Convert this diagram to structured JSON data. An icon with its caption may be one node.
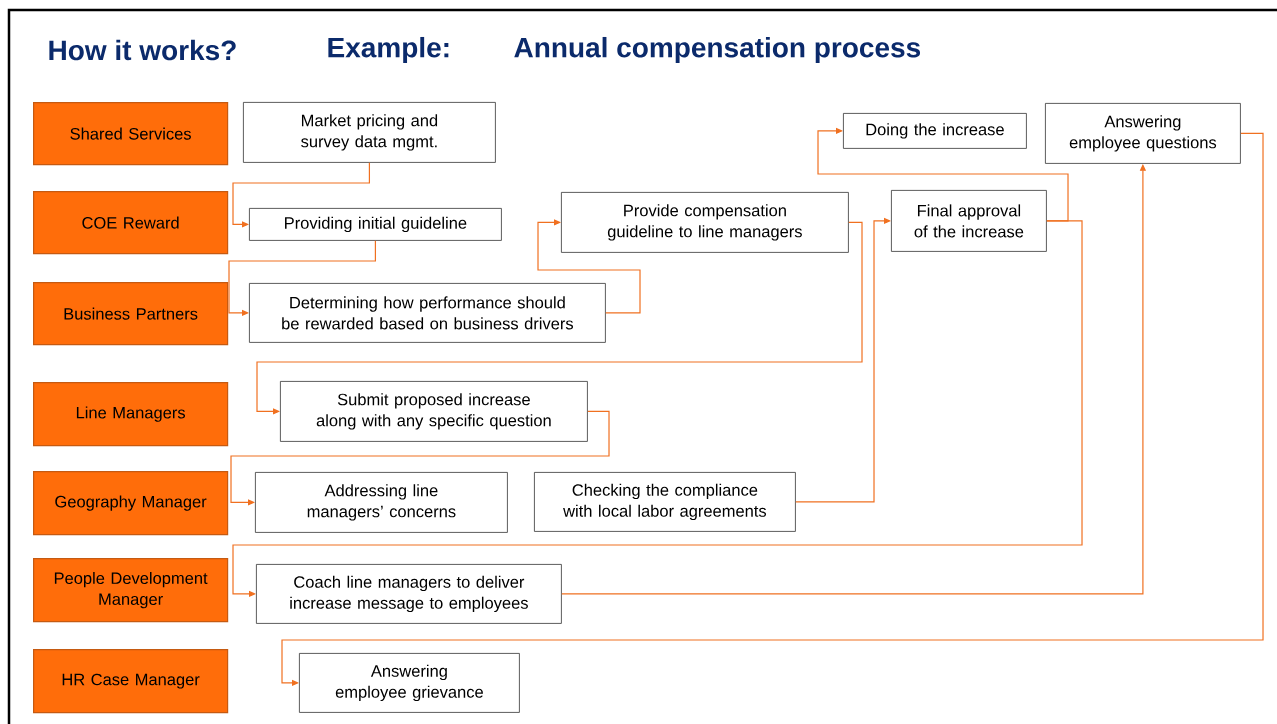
{
  "diagram": {
    "title": "How it works?",
    "nodes": [
      {
        "text": [
          "Shared Services"
        ]
      },
      {
        "text": [
          "COE Reward"
        ]
      },
      {
        "text": [
          "Business Partners"
        ]
      },
      {
        "text": [
          "Line Managers"
        ]
      },
      {
        "text": [
          "Geography Manager"
        ]
      },
      {
        "text": [
          "People Development Manager"
        ]
      },
      {
        "text": [
          "HR Case Manager"
        ]
      },
      {
        "text": [
          "Market pricing and survey data mgmt."
        ]
      },
      {
        "text": [
          "Providing initial guideline"
        ]
      },
      {
        "text": [
          "Provide compensation guideline to line managers"
        ]
      },
      {
        "text": [
          "Determining how performance should be rewarded based on business drivers"
        ]
      },
      {
        "text": [
          "Doing the increase"
        ]
      },
      {
        "text": [
          "Answering employee questions"
        ]
      },
      {
        "text": [
          "Final approval of the increase"
        ]
      },
      {
        "text": [
          "Submit proposed increase along with any specific question"
        ]
      },
      {
        "text": [
          "Addressing line managers’ concerns"
        ]
      },
      {
        "text": [
          "Checking the compliance with local labor agreements"
        ]
      },
      {
        "text": [
          "Coach line managers to deliver increase message to employees"
        ]
      },
      {
        "text": [
          "Answering employee grievance"
        ]
      }
    ],
    "edges": [
      {
        "from": 7,
        "to": 8,
        "arrow": "to"
      },
      {
        "from": 8,
        "to": 10,
        "arrow": "to"
      },
      {
        "from": 10,
        "to": 9,
        "arrow": "to"
      },
      {
        "from": 9,
        "to": 14,
        "arrow": "to"
      },
      {
        "from": 14,
        "to": 15,
        "arrow": "to"
      },
      {
        "from": 16,
        "to": 13,
        "arrow": "to"
      },
      {
        "from": 13,
        "to": 11,
        "arrow": "to"
      },
      {
        "from": 13,
        "to": 17,
        "arrow": "to"
      },
      {
        "from": 17,
        "to": 12,
        "arrow": "to"
      },
      {
        "from": 12,
        "to": 18,
        "arrow": "to"
      }
    ],
    "labels": [
      "Example:",
      "Annual compensation process"
    ]
  }
}
